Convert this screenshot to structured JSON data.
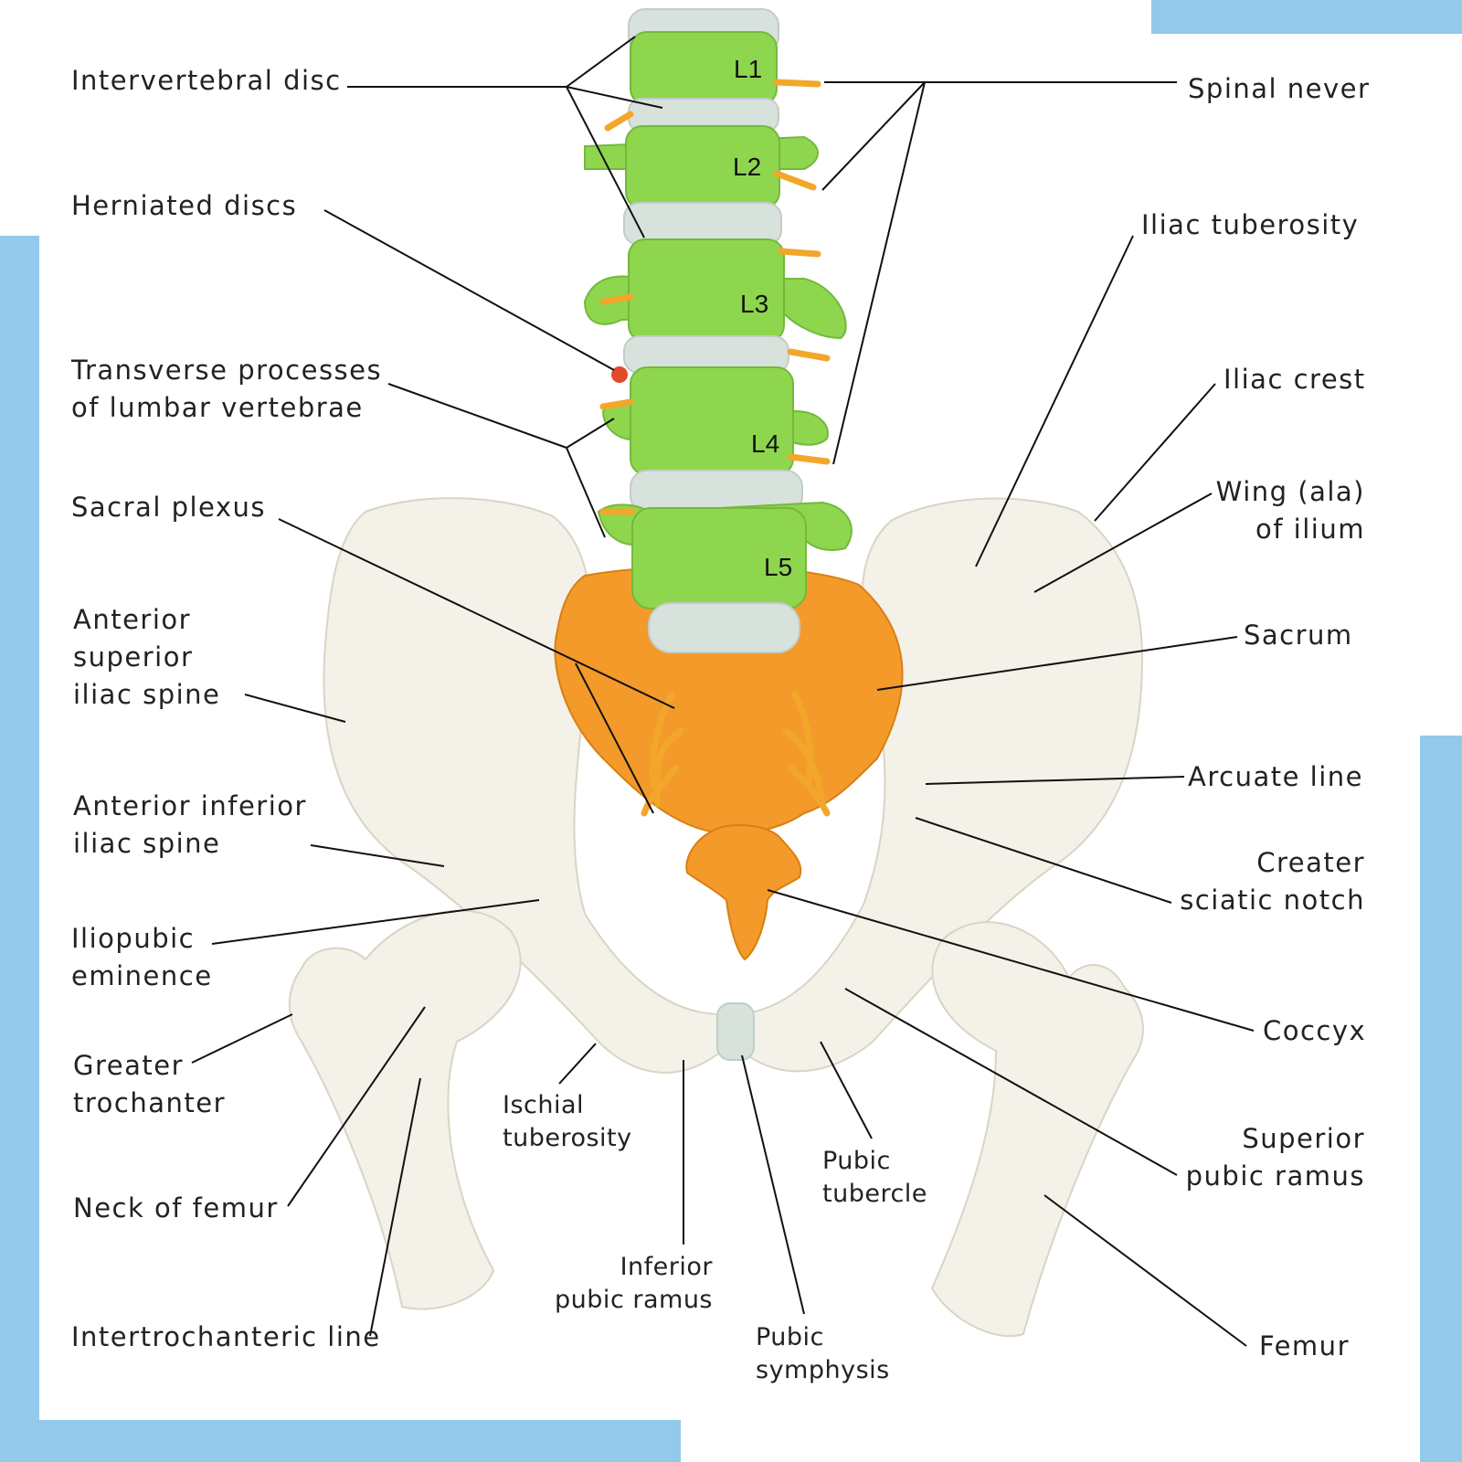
{
  "colors": {
    "frame": "#93c9ea",
    "bone": "#f4f1e8",
    "vertebra": "#8fd64f",
    "disc": "#d8e2dd",
    "sacrum": "#f39a2a",
    "nerve": "#f2a72a",
    "leader": "#111111"
  },
  "vertebra_labels": [
    "L1",
    "L2",
    "L3",
    "L4",
    "L5"
  ],
  "labels": {
    "intervertebral_disc": "Intervertebral disc",
    "herniated_discs": "Herniated discs",
    "transverse_processes": [
      "Transverse processes",
      "of lumbar vertebrae"
    ],
    "sacral_plexus": "Sacral plexus",
    "anterior_superior_iliac_spine": [
      "Anterior",
      "superior",
      "iliac spine"
    ],
    "anterior_inferior_iliac_spine": [
      "Anterior inferior",
      "iliac spine"
    ],
    "iliopubic_eminence": [
      "Iliopubic",
      "eminence"
    ],
    "greater_trochanter": [
      "Greater",
      "trochanter"
    ],
    "neck_of_femur": "Neck of femur",
    "intertrochanteric_line": "Intertrochanteric line",
    "ischial_tuberosity": [
      "Ischial",
      "tuberosity"
    ],
    "inferior_pubic_ramus": [
      "Inferior",
      "pubic ramus"
    ],
    "pubic_symphysis": [
      "Pubic",
      "symphysis"
    ],
    "pubic_tubercle": [
      "Pubic",
      "tubercle"
    ],
    "spinal_never": "Spinal never",
    "iliac_tuberosity": "Iliac tuberosity",
    "iliac_crest": "Iliac crest",
    "wing_of_ilium": [
      "Wing (ala)",
      "of ilium"
    ],
    "sacrum": "Sacrum",
    "arcuate_line": "Arcuate line",
    "creater_sciatic_notch": [
      "Creater",
      "sciatic notch"
    ],
    "coccyx": "Coccyx",
    "superior_pubic_ramus": [
      "Superior",
      "pubic ramus"
    ],
    "femur": "Femur"
  }
}
